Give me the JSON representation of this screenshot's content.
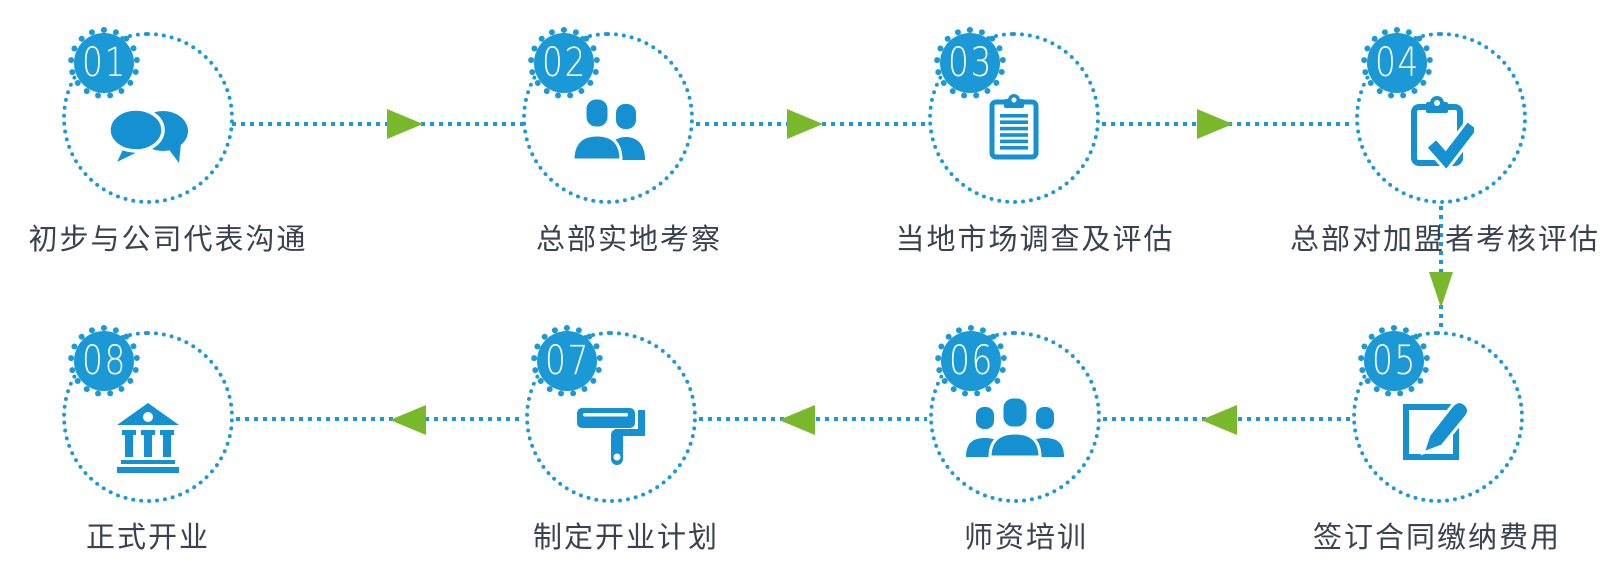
{
  "colors": {
    "accent_blue": "#1b99d6",
    "icon_blue": "#1590d0",
    "arrow_green": "#78b82a",
    "label_text": "#3b4150"
  },
  "steps": [
    {
      "number": "01",
      "label": "初步与公司代表沟通",
      "icon": "chat-bubbles-icon"
    },
    {
      "number": "02",
      "label": "总部实地考察",
      "icon": "two-people-icon"
    },
    {
      "number": "03",
      "label": "当地市场调查及评估",
      "icon": "clipboard-list-icon"
    },
    {
      "number": "04",
      "label": "总部对加盟者考核评估",
      "icon": "clipboard-check-icon"
    },
    {
      "number": "05",
      "label": "签订合同缴纳费用",
      "icon": "edit-pencil-icon"
    },
    {
      "number": "06",
      "label": "师资培训",
      "icon": "people-group-icon"
    },
    {
      "number": "07",
      "label": "制定开业计划",
      "icon": "paint-roller-icon"
    },
    {
      "number": "08",
      "label": "正式开业",
      "icon": "bank-building-icon"
    }
  ]
}
